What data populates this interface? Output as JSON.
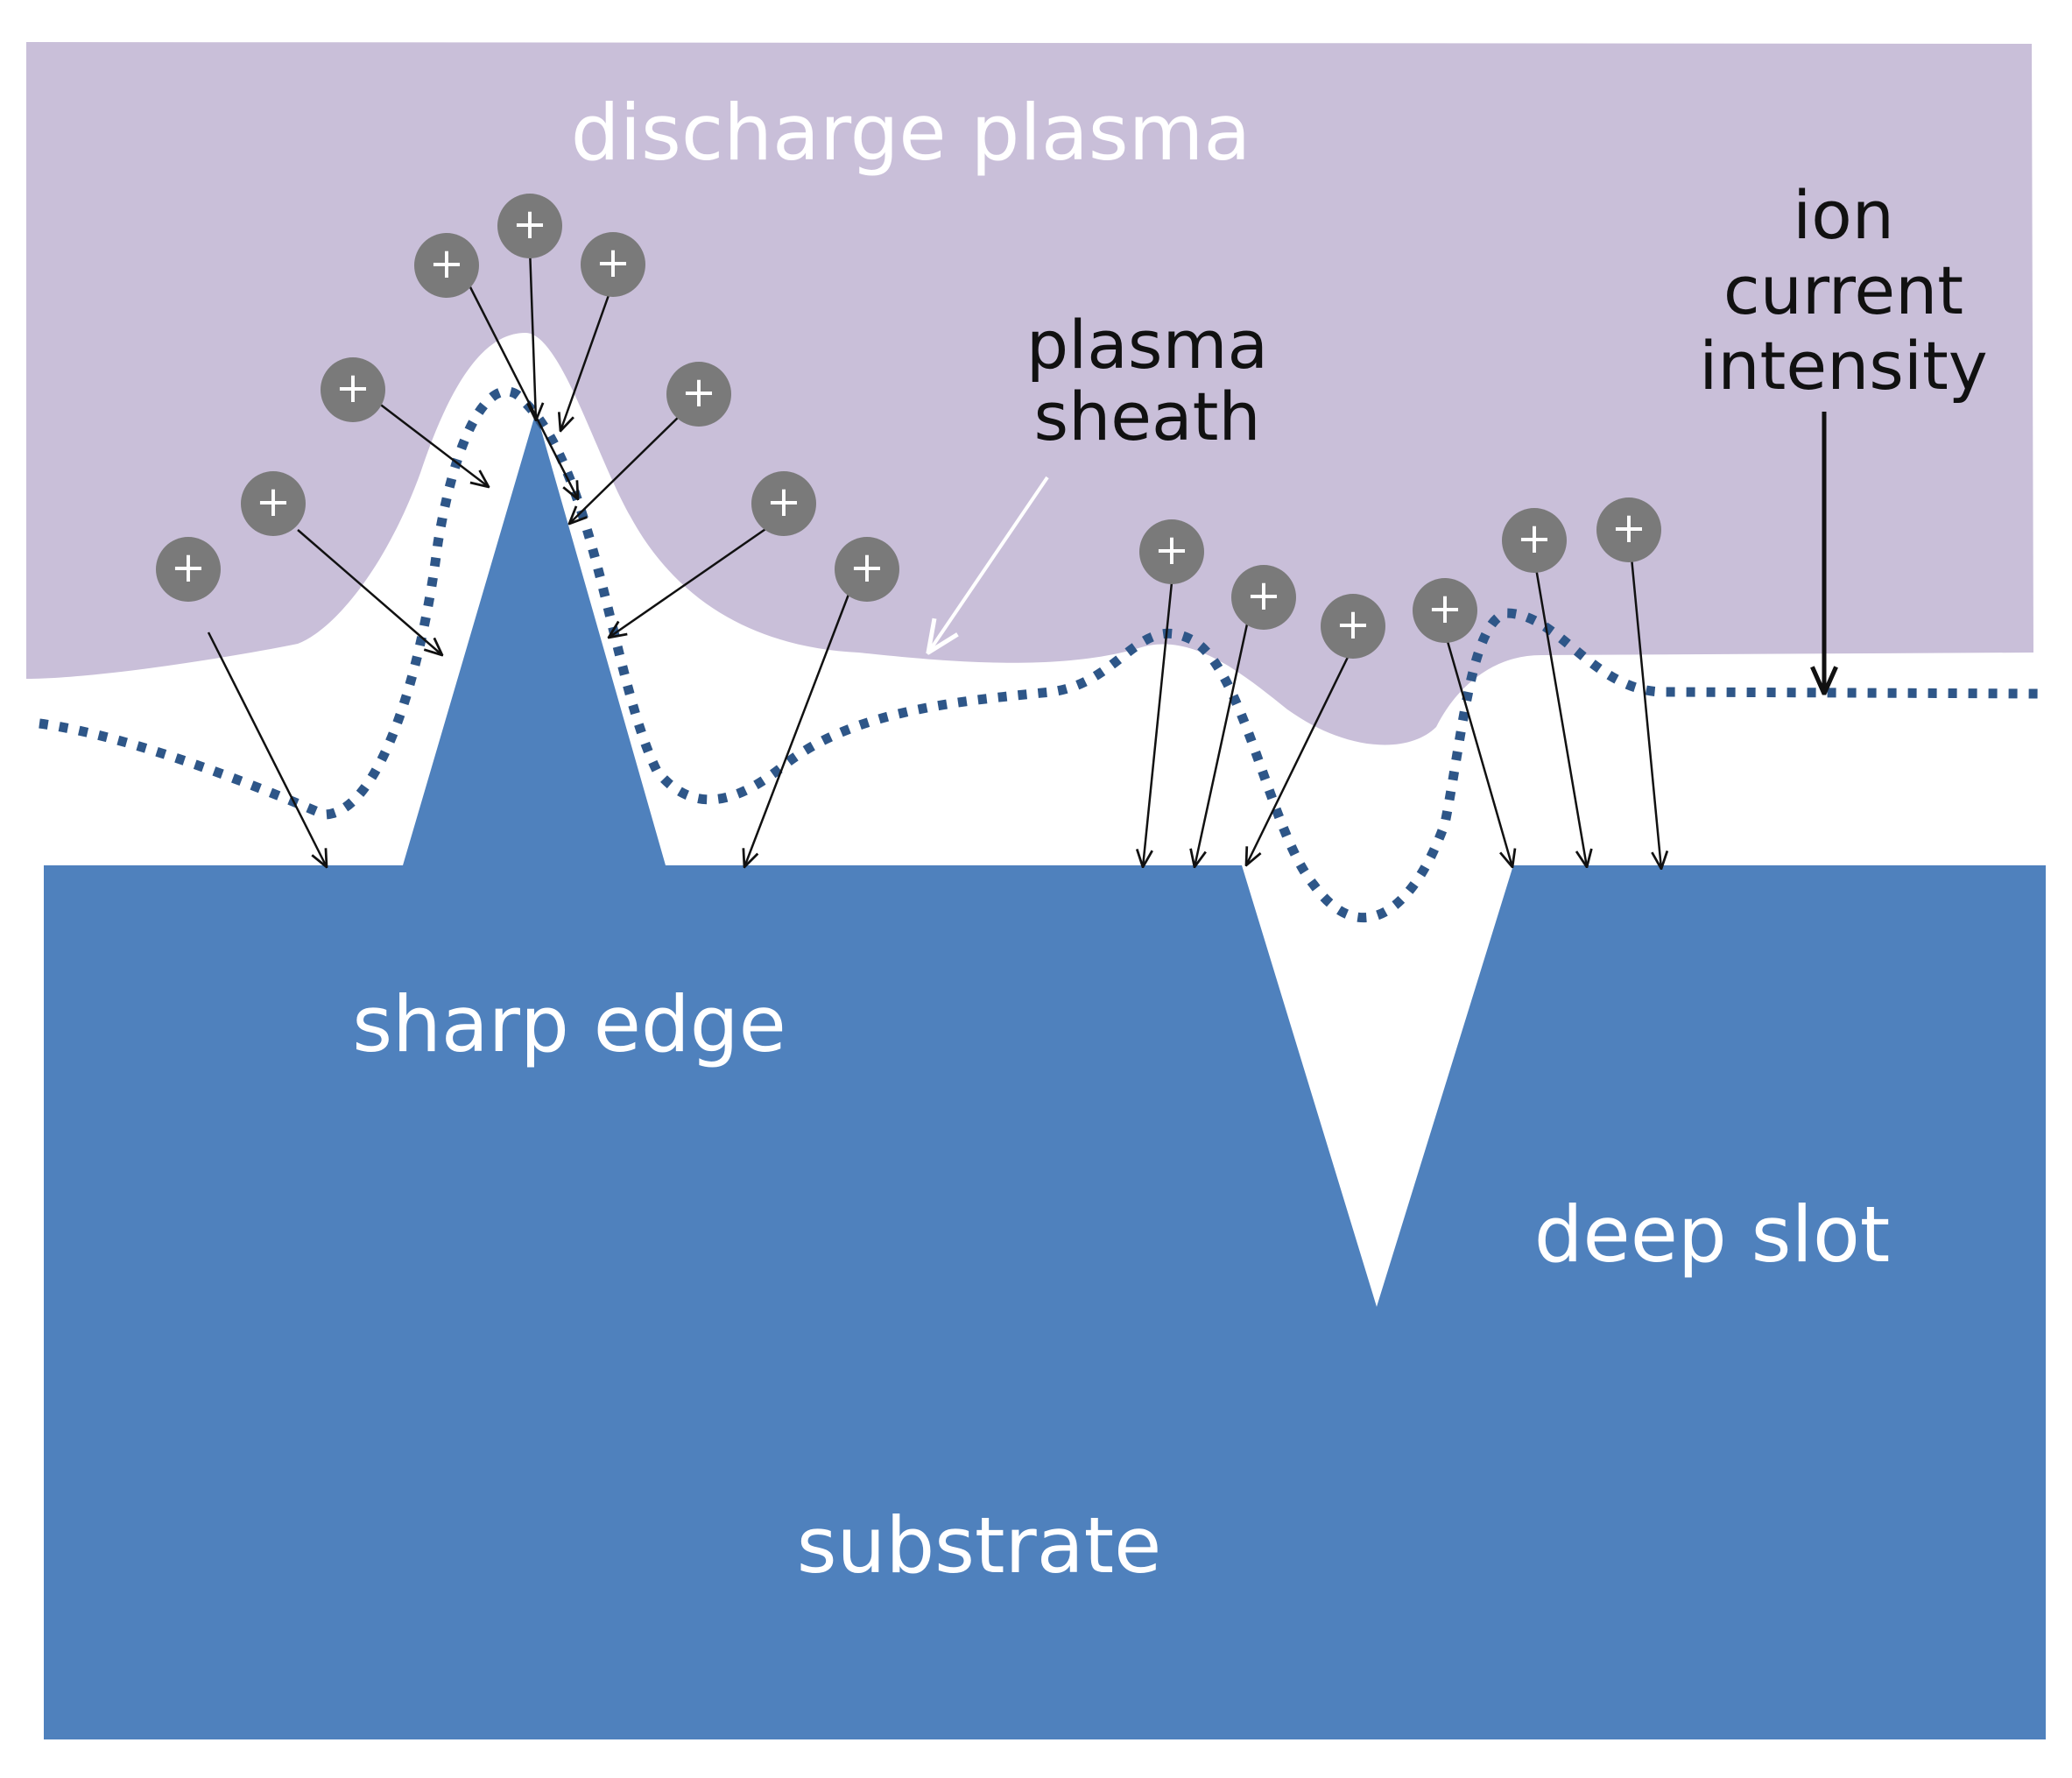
{
  "labels": {
    "plasma": "discharge plasma",
    "sheath_line1": "plasma",
    "sheath_line2": "sheath",
    "ion_line1": "ion",
    "ion_line2": "current",
    "ion_line3": "intensity",
    "sharp_edge": "sharp edge",
    "deep_slot": "deep slot",
    "substrate": "substrate"
  },
  "ion_symbol": "+",
  "colors": {
    "plasma": "#C9BFD9",
    "substrate": "#4F81BD",
    "ion_current_curve": "#2E5688",
    "ion": "#7A7A7A",
    "arrows": "#111111",
    "sheath_pointer": "#ffffff"
  }
}
